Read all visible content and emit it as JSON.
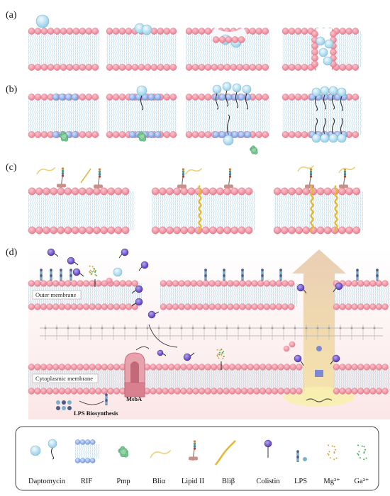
{
  "panels": {
    "a": {
      "label": "(a)"
    },
    "b": {
      "label": "(b)"
    },
    "c": {
      "label": "(c)"
    },
    "d": {
      "label": "(d)",
      "outer_membrane": "Outer membrane",
      "cytoplasmic_membrane": "Cytoplasmic membrane",
      "msba": "MsbA",
      "lps_biosynthesis": "LPS Biosynthesis"
    }
  },
  "legend": {
    "items": [
      {
        "label": "Daptomycin",
        "icon": "daptomycin-icon"
      },
      {
        "label": "RIF",
        "icon": "rif-icon"
      },
      {
        "label": "Pmp",
        "icon": "pmp-icon"
      },
      {
        "label": "Bliα",
        "icon": "blialpha-icon"
      },
      {
        "label": "Lipid II",
        "icon": "lipid-ii-icon"
      },
      {
        "label": "Bliβ",
        "icon": "blibeta-icon"
      },
      {
        "label": "Colistin",
        "icon": "colistin-icon"
      },
      {
        "label": "LPS",
        "icon": "lps-icon"
      },
      {
        "label": "Mg²⁺",
        "icon": "mg-icon"
      },
      {
        "label": "Ga²⁺",
        "icon": "ga-icon"
      }
    ]
  },
  "colors": {
    "lipid_head": "#f08c9c",
    "lipid_tail": "#b9dcec",
    "daptomycin": "#bfe6f5",
    "rif_blue": "#8fb1ea",
    "pmp": "#6fbf8a",
    "colistin": "#6b4fc8",
    "bli": "#e8c94e",
    "lps": "#4a5b8a",
    "mg": "#d8a33a",
    "ga": "#3fae5a",
    "msba": "#d9808e"
  }
}
